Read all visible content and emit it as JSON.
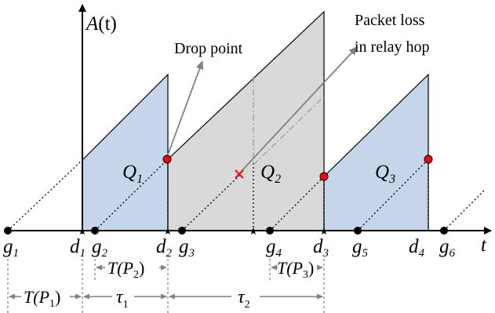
{
  "axes": {
    "y_label_A": "A",
    "y_label_rest": "(t)",
    "x_label": "t"
  },
  "annotations": {
    "drop_point": "Drop point",
    "packet_loss_line1": "Packet loss",
    "packet_loss_line2": "in relay hop"
  },
  "regions": [
    {
      "sym": "Q",
      "sub": "1"
    },
    {
      "sym": "Q",
      "sub": "2"
    },
    {
      "sym": "Q",
      "sub": "3"
    }
  ],
  "generation_labels": [
    {
      "sym": "g",
      "sub": "1"
    },
    {
      "sym": "g",
      "sub": "2"
    },
    {
      "sym": "g",
      "sub": "3"
    },
    {
      "sym": "g",
      "sub": "4"
    },
    {
      "sym": "g",
      "sub": "5"
    },
    {
      "sym": "g",
      "sub": "6"
    }
  ],
  "delivery_labels": [
    {
      "sym": "d",
      "sub": "1"
    },
    {
      "sym": "d",
      "sub": "2"
    },
    {
      "sym": "d",
      "sub": "3"
    },
    {
      "sym": "d",
      "sub": "4"
    }
  ],
  "intervals": [
    {
      "pre": "T(",
      "sym": "P",
      "sub": "1",
      "post": ")"
    },
    {
      "pre": "T(",
      "sym": "P",
      "sub": "2",
      "post": ")"
    },
    {
      "pre": "T(",
      "sym": "P",
      "sub": "3",
      "post": ")"
    },
    {
      "sym": "τ",
      "sub": "1"
    },
    {
      "sym": "τ",
      "sub": "2"
    }
  ],
  "colors": {
    "blue_fill": "#c5d5ea",
    "gray_fill": "#d9d9d9",
    "drop_marker": "#ff0000",
    "loss_marker": "#ff0000",
    "annotation_arrow": "#808080"
  }
}
